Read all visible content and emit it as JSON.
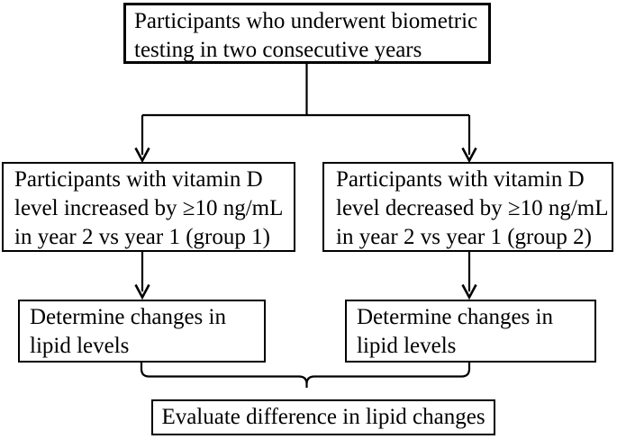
{
  "diagram": {
    "type": "flowchart",
    "background_color": "#ffffff",
    "line_color": "#000000",
    "text_color": "#000000",
    "nodes": {
      "top": {
        "lines": [
          "Participants who underwent biometric",
          "testing in two consecutive years"
        ]
      },
      "group1": {
        "lines": [
          "Participants with vitamin D",
          "level increased by ≥10 ng/mL",
          "in year 2 vs year 1 (group 1)"
        ]
      },
      "group2": {
        "lines": [
          "Participants with vitamin D",
          "level decreased by ≥10 ng/mL",
          "in year 2 vs year 1 (group 2)"
        ]
      },
      "determine1": {
        "lines": [
          "Determine changes in",
          "lipid levels"
        ]
      },
      "determine2": {
        "lines": [
          "Determine changes in",
          "lipid levels"
        ]
      },
      "evaluate": {
        "lines": [
          "Evaluate difference in lipid changes"
        ]
      }
    }
  }
}
